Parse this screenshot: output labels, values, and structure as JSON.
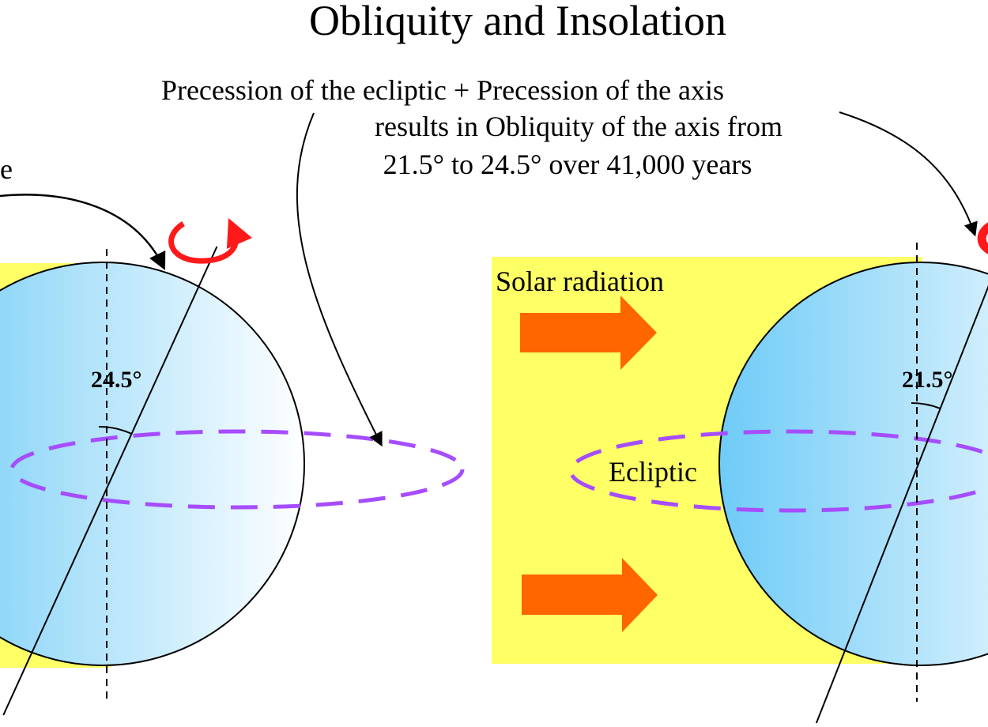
{
  "title": "Obliquity and Insolation",
  "caption": {
    "line1": "Precession of the ecliptic + Precession of the axis",
    "line2": "results in Obliquity of the axis from",
    "line3": "21.5° to 24.5° over 41,000 years"
  },
  "left_partial_label": "e",
  "solar_radiation_label": "Solar radiation",
  "ecliptic_label": "Ecliptic",
  "left_earth": {
    "tilt_label": "24.5°",
    "tilt_deg": 24.5
  },
  "right_earth": {
    "tilt_label": "21.5°",
    "tilt_deg": 21.5
  },
  "colors": {
    "sunlight": "#ffff66",
    "arrow": "#ff6600",
    "ecliptic": "#a64dff",
    "rotation_arrow": "#ff1a1a",
    "earth_dark": "#6ecbf7",
    "earth_light": "#ffffff"
  }
}
